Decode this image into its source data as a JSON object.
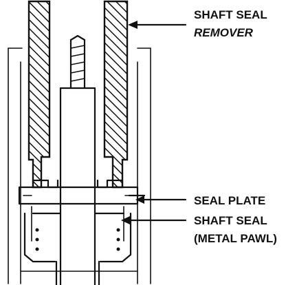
{
  "labels": {
    "remover_line1": "SHAFT SEAL",
    "remover_line2": "REMOVER",
    "seal_plate": "SEAL PLATE",
    "shaft_seal_line1": "SHAFT SEAL",
    "shaft_seal_line2": "(METAL PAWL)"
  }
}
